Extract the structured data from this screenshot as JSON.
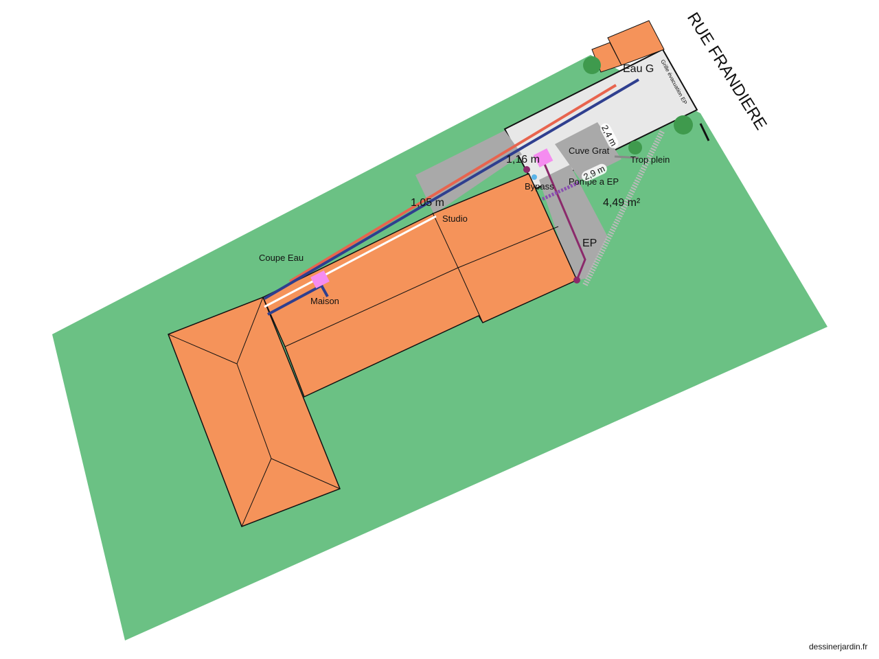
{
  "labels": {
    "street": "RUE FRANDIERE",
    "eau_g": "Eau G",
    "grille": "Grille évacuation EP",
    "dim_2_4": "2,4 m",
    "cuve": "Cuve  Grat",
    "trop_plein": "Trop plein",
    "dim_1_16": "1,16 m",
    "dim_2_9": "2,9 m",
    "pompe": "Pompe a EP",
    "bypass": "Bypass",
    "area": "4,49 m²",
    "dim_1_05": "1,05 m",
    "studio": "Studio",
    "ep": "EP",
    "coupe_eau": "Coupe Eau",
    "maison": "Maison"
  },
  "footer": "dessinerjardin.fr",
  "colors": {
    "lawn": "#6bc184",
    "roof": "#f5935a",
    "paving": "#a9a9a9",
    "driveway": "#e8e8e8",
    "hot_pipe": "#e8644e",
    "cold_pipe": "#2f3f8f",
    "rain_pipe": "#8b2a6b",
    "valve": "#f58cf0"
  }
}
